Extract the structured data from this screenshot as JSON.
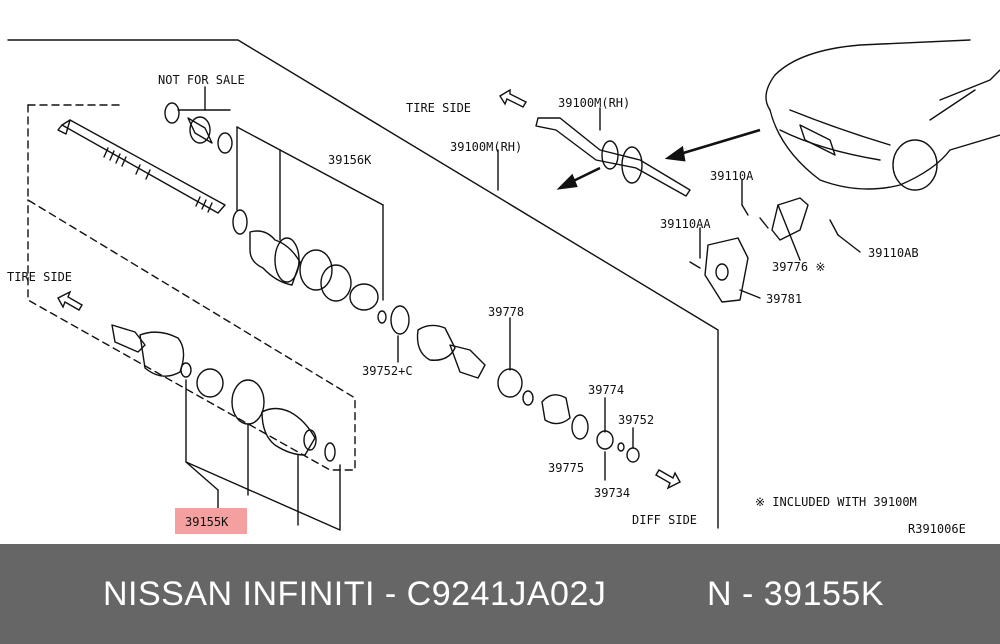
{
  "diagram": {
    "notes": {
      "not_for_sale": "NOT FOR SALE",
      "tire_side_left": "TIRE SIDE",
      "tire_side_top": "TIRE SIDE",
      "diff_side": "DIFF SIDE",
      "included_note": "※ INCLUDED WITH 39100M",
      "drawing_ref": "R391006E"
    },
    "part_labels": {
      "p39156k": "39156K",
      "p39100m_a": "39100M(RH)",
      "p39100m_b": "39100M(RH)",
      "p39778": "39778",
      "p39752c": "39752+C",
      "p39774": "39774",
      "p39752": "39752",
      "p39775": "39775",
      "p39734": "39734",
      "p39110a": "39110A",
      "p39110aa": "39110AA",
      "p39776": "39776 ※",
      "p39110ab": "39110AB",
      "p39781": "39781",
      "p39155k": "39155K"
    },
    "highlight_color": "#f4a0a0"
  },
  "footer": {
    "brand": "NISSAN  INFINITI - C9241JA02J",
    "part_ref": "N - 39155K"
  }
}
